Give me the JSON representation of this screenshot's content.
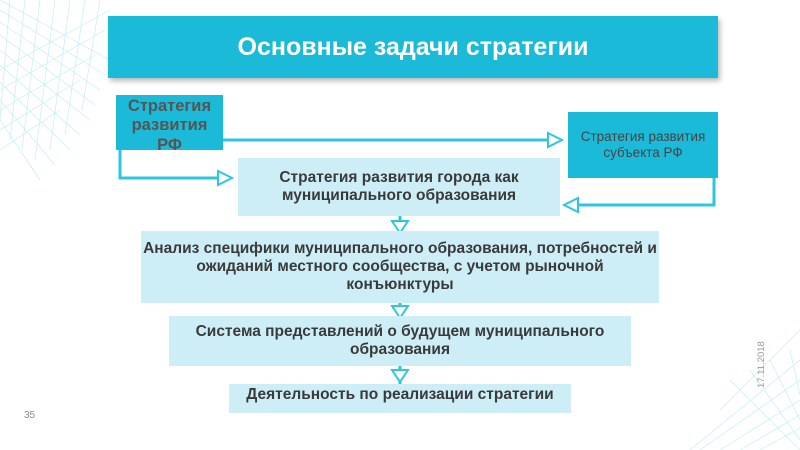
{
  "slide": {
    "title": "Основные задачи стратегии",
    "slide_number": "35",
    "date": "17.11.2018"
  },
  "boxes": {
    "rf_line1": "Стратегия",
    "rf_line2": "развития",
    "rf_line3": "РФ",
    "subject": "Стратегия развития субъекта РФ",
    "city": "Стратегия развития города как муниципального образования",
    "analysis": "Анализ специфики муниципального образования, потребностей и ожиданий местного сообщества, с учетом рыночной конъюнктуры",
    "system": "Система представлений о будущем муниципального образования",
    "activity": "Деятельность по реализации стратегии"
  },
  "colors": {
    "accent": "#1bbad8",
    "box_light": "#cdeef7",
    "text_dark": "#3a3a3a",
    "arrow": "#2cc6e2"
  }
}
